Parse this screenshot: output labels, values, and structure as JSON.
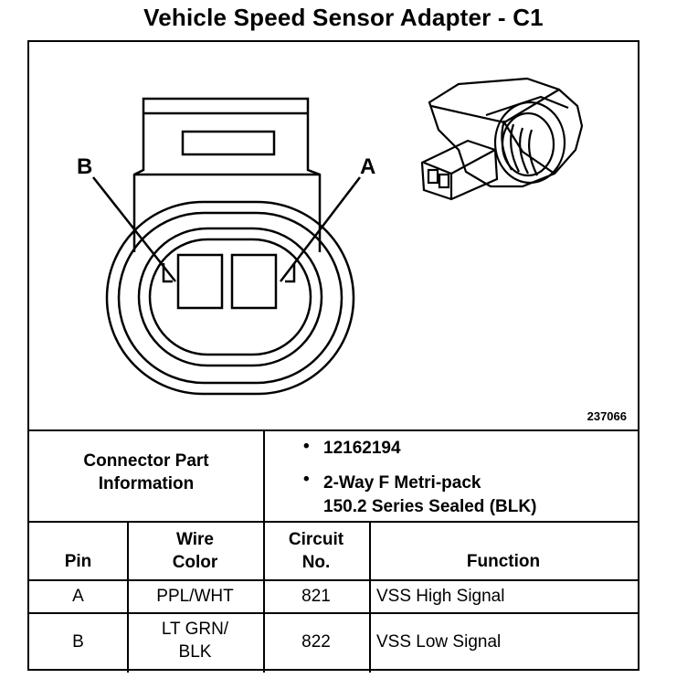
{
  "title": "Vehicle Speed Sensor Adapter - C1",
  "diagram": {
    "pin_labels": [
      "B",
      "A"
    ],
    "reference_number": "237066"
  },
  "connector_info": {
    "label_line1": "Connector Part",
    "label_line2": "Information",
    "part_number": "12162194",
    "description_line1": "2-Way F Metri-pack",
    "description_line2": "150.2 Series Sealed (BLK)",
    "bullet": "•"
  },
  "table": {
    "headers": {
      "pin": "Pin",
      "wire_color_line1": "Wire",
      "wire_color_line2": "Color",
      "circuit_line1": "Circuit",
      "circuit_line2": "No.",
      "function": "Function"
    },
    "rows": [
      {
        "pin": "A",
        "wire_line1": "PPL/WHT",
        "wire_line2": "",
        "circuit": "821",
        "function": "VSS High Signal"
      },
      {
        "pin": "B",
        "wire_line1": "LT GRN/",
        "wire_line2": "BLK",
        "circuit": "822",
        "function": "VSS Low Signal"
      }
    ]
  }
}
